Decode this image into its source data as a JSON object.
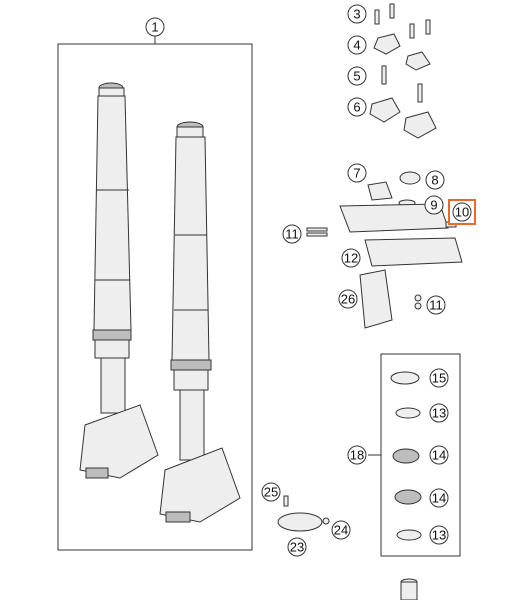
{
  "callouts": [
    {
      "id": "c1",
      "label": "1",
      "highlighted": false
    },
    {
      "id": "c3",
      "label": "3",
      "highlighted": false
    },
    {
      "id": "c4",
      "label": "4",
      "highlighted": false
    },
    {
      "id": "c5",
      "label": "5",
      "highlighted": false
    },
    {
      "id": "c6",
      "label": "6",
      "highlighted": false
    },
    {
      "id": "c7",
      "label": "7",
      "highlighted": false
    },
    {
      "id": "c8",
      "label": "8",
      "highlighted": false
    },
    {
      "id": "c9",
      "label": "9",
      "highlighted": false
    },
    {
      "id": "c10",
      "label": "10",
      "highlighted": true
    },
    {
      "id": "c11a",
      "label": "11",
      "highlighted": false
    },
    {
      "id": "c11b",
      "label": "11",
      "highlighted": false
    },
    {
      "id": "c12",
      "label": "12",
      "highlighted": false
    },
    {
      "id": "c26",
      "label": "26",
      "highlighted": false
    },
    {
      "id": "c15",
      "label": "15",
      "highlighted": false
    },
    {
      "id": "c13a",
      "label": "13",
      "highlighted": false
    },
    {
      "id": "c18",
      "label": "18",
      "highlighted": false
    },
    {
      "id": "c14a",
      "label": "14",
      "highlighted": false
    },
    {
      "id": "c14b",
      "label": "14",
      "highlighted": false
    },
    {
      "id": "c13b",
      "label": "13",
      "highlighted": false
    },
    {
      "id": "c25",
      "label": "25",
      "highlighted": false
    },
    {
      "id": "c24",
      "label": "24",
      "highlighted": false
    },
    {
      "id": "c23",
      "label": "23",
      "highlighted": false
    }
  ],
  "colors": {
    "highlight": "#e8692a",
    "line": "#333333",
    "part_fill": "#eeeeee",
    "part_shade": "#bdbdbd"
  }
}
